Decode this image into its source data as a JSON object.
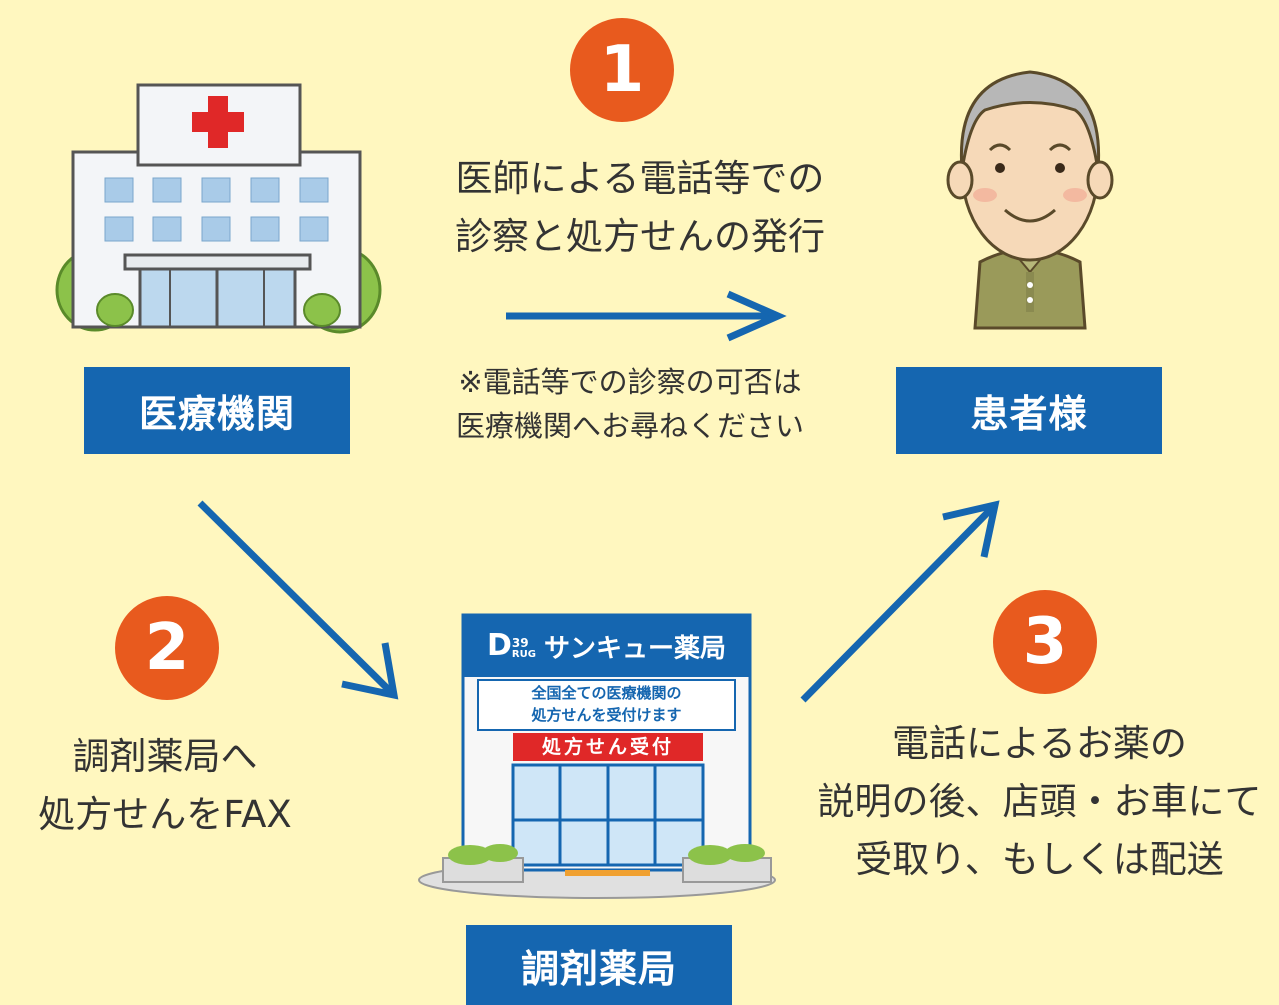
{
  "steps": [
    {
      "number": "1",
      "lines": [
        "医師による電話等での",
        "診察と処方せんの発行"
      ]
    },
    {
      "number": "2",
      "lines": [
        "調剤薬局へ",
        "処方せんをFAX"
      ]
    },
    {
      "number": "3",
      "lines": [
        "電話によるお薬の",
        "説明の後、店頭・お車にて",
        "受取り、もしくは配送"
      ]
    }
  ],
  "note": {
    "lines": [
      "※電話等での診察の可否は",
      "医療機関へお尋ねください"
    ]
  },
  "labels": {
    "hospital": "医療機関",
    "patient": "患者様",
    "pharmacy": "調剤薬局"
  },
  "pharmacy_sign": {
    "logo_d": "D",
    "logo_num": "39",
    "logo_rug": "RUG",
    "name": "サンキュー薬局",
    "notice_lines": [
      "全国全ての医療機関の",
      "処方せんを受付けます"
    ],
    "banner": "処方せん受付"
  },
  "colors": {
    "background": "#fff7bf",
    "label_blue": "#1566b0",
    "step_orange": "#e85a1e",
    "arrow_blue": "#1566b0"
  },
  "icons": [
    "hospital-illustration",
    "elderly-man-illustration",
    "pharmacy-building-illustration",
    "red-cross-icon"
  ]
}
